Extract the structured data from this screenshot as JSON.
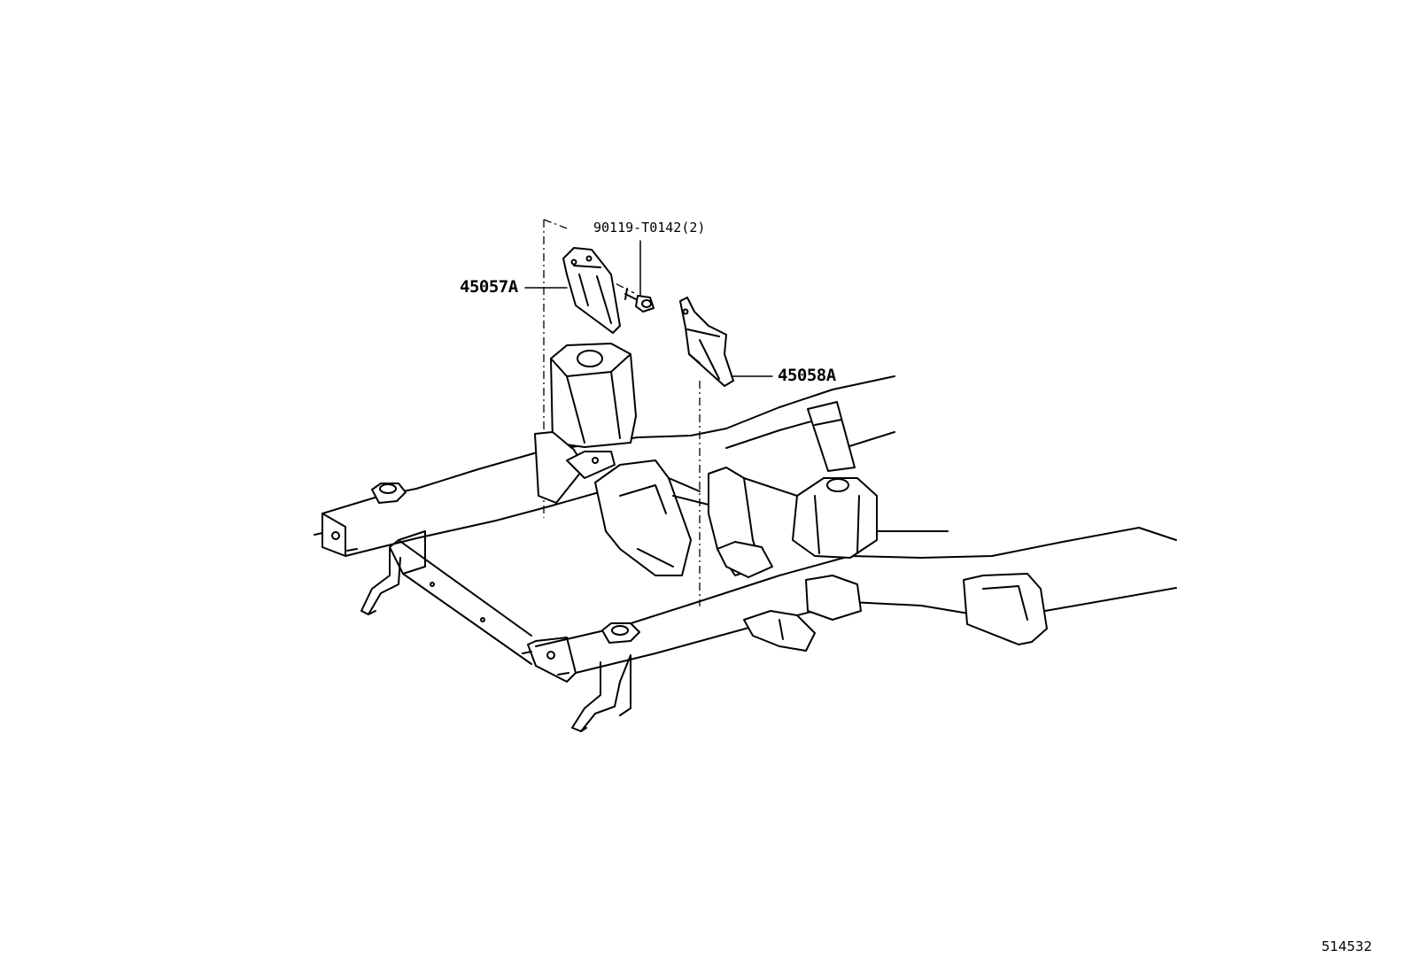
{
  "callouts": {
    "bolt": "90119-T0142(2)",
    "bracket_left": "45057A",
    "bracket_right": "45058A"
  },
  "figure_id": "514532"
}
